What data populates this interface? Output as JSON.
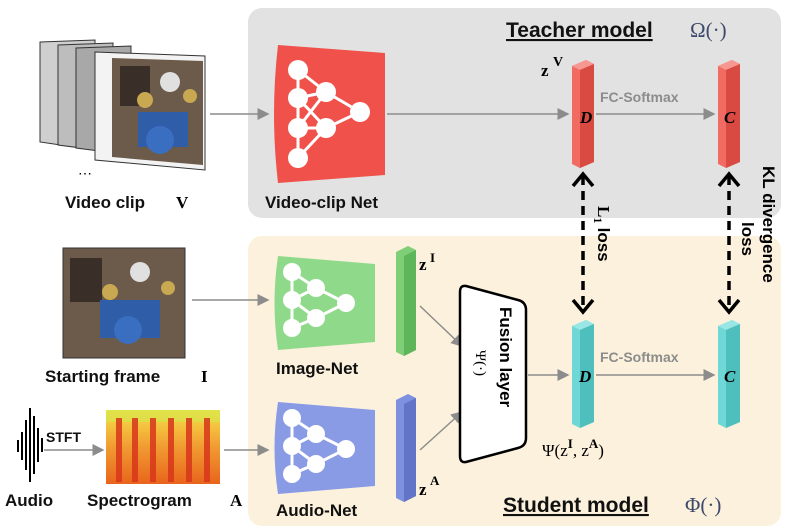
{
  "teacher": {
    "title": "Teacher model",
    "func": "Ω(·)",
    "net_label": "Video-clip Net",
    "input_label": "Video clip",
    "input_symbol": "V",
    "feature": "z",
    "feature_sup": "V",
    "fc_label": "FC-Softmax",
    "d_label": "D",
    "c_label": "C"
  },
  "student": {
    "title": "Student model",
    "func": "Φ(·)",
    "image_net_label": "Image-Net",
    "audio_net_label": "Audio-Net",
    "frame_label": "Starting frame",
    "frame_symbol": "I",
    "audio_label": "Audio",
    "stft_label": "STFT",
    "spectrogram_label": "Spectrogram",
    "spectrogram_symbol": "A",
    "feat_image": "z",
    "feat_image_sup": "I",
    "feat_audio": "z",
    "feat_audio_sup": "A",
    "fusion_label": "Fusion layer",
    "fusion_func": "Ψ(·)",
    "fused_output": "Ψ(z",
    "fused_sup_i": "I",
    "fused_mid": ", z",
    "fused_sup_a": "A",
    "fused_close": ")",
    "fc_label": "FC-Softmax",
    "d_label": "D",
    "c_label": "C"
  },
  "losses": {
    "l1": "L",
    "l1_sub": "1",
    "l1_word": "loss",
    "kl_line1": "KL divergence",
    "kl_line2": "loss"
  },
  "colors": {
    "teacher_bg": "#e2e2e2",
    "student_bg": "#fcf1dc",
    "video_net": "#f0524b",
    "image_net": "#8fd98a",
    "audio_net": "#8a9be6",
    "teacher_feat": "#f26b63",
    "image_feat": "#7fcf79",
    "audio_feat": "#7e90e0",
    "student_feat": "#6fd8d6",
    "title_blue": "#3d4a6b"
  }
}
